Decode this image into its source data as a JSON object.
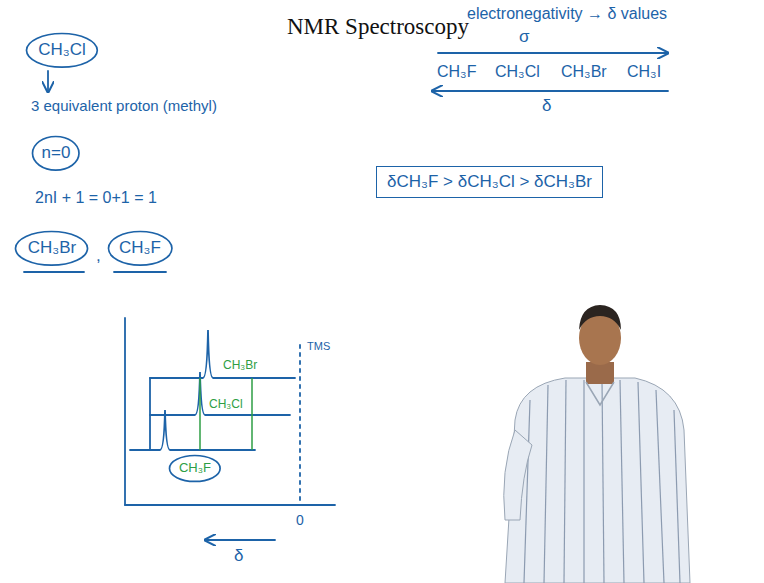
{
  "diagram": {
    "title": "NMR Spectroscopy",
    "nodes": [
      {
        "text": [
          "CH₃Cl"
        ]
      },
      {
        "text": [
          "n=0"
        ]
      },
      {
        "text": [
          "δCH₃F > δCH₃Cl > δCH₃Br"
        ]
      },
      {
        "text": [
          "CH₃Br"
        ]
      },
      {
        "text": [
          "CH₃F"
        ]
      },
      {
        "text": [
          "CH₃F"
        ]
      }
    ],
    "labels": [
      "electronegativity → δ values",
      "σ",
      "CH₃F",
      "CH₃Cl",
      "CH₃Br",
      "CH₃I",
      "δ",
      "3 equivalent proton (methyl)",
      "2nI + 1 = 0+1 = 1",
      ",",
      "CH₃Br",
      "CH₃Cl",
      "TMS",
      "0",
      "δ"
    ]
  }
}
